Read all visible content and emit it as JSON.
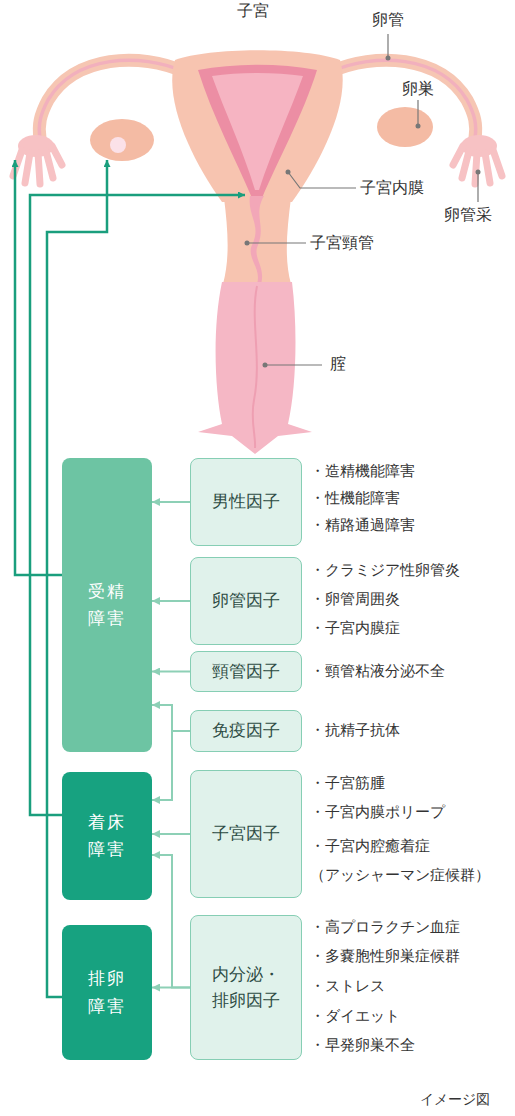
{
  "diagram": {
    "nodes": [
      {
        "text": [
          "受精 障害"
        ]
      },
      {
        "text": [
          "男性因子"
        ]
      },
      {
        "text": [
          "卵管因子"
        ]
      },
      {
        "text": [
          "頸管因子"
        ]
      },
      {
        "text": [
          "免疫因子"
        ]
      },
      {
        "text": [
          "着床 障害"
        ]
      },
      {
        "text": [
          "子宮因子"
        ]
      },
      {
        "text": [
          "排卵 障害"
        ]
      },
      {
        "text": [
          "内分泌・ 排卵因子"
        ]
      }
    ],
    "edges": [
      {
        "from": 1,
        "to": 0,
        "arrow": "to"
      },
      {
        "from": 2,
        "to": 0,
        "arrow": "to"
      },
      {
        "from": 3,
        "to": 0,
        "arrow": "to"
      },
      {
        "from": 4,
        "to": 0,
        "arrow": "to"
      },
      {
        "from": 4,
        "to": 5,
        "arrow": "to"
      },
      {
        "from": 6,
        "to": 5,
        "arrow": "to"
      },
      {
        "from": 8,
        "to": 5,
        "arrow": "to"
      },
      {
        "from": 8,
        "to": 7,
        "arrow": "to"
      }
    ],
    "labels": [
      "子宮",
      "卵管",
      "卵巣",
      "子宮内膜",
      "卵管采",
      "子宮頸管",
      "腟",
      "・造精機能障害",
      "・性機能障害",
      "・精路通過障害",
      "・クラミジア性卵管炎",
      "・卵管周囲炎",
      "・子宮内膜症",
      "・頸管粘液分泌不全",
      "・抗精子抗体",
      "・子宮筋腫",
      "・子宮内膜ポリープ",
      "・子宮内腔癒着症 （アッシャーマン症候群）",
      "・高プロラクチン血症",
      "・多嚢胞性卵巣症候群",
      "・ストレス",
      "・ダイエット",
      "・早発卵巣不全",
      "イメージ図"
    ]
  }
}
